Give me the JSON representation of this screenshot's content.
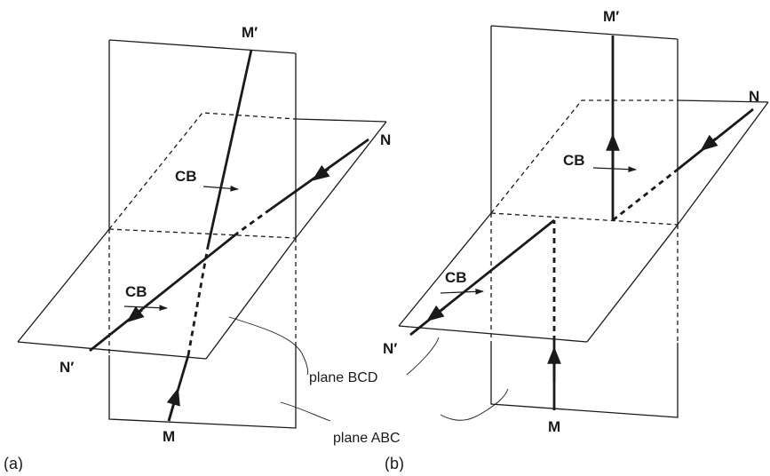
{
  "panel_a": {
    "caption": "(a)",
    "labels": {
      "m_prime": "M′",
      "n": "N",
      "n_prime": "N′",
      "m": "M",
      "cb_upper": "CB",
      "cb_lower": "CB"
    }
  },
  "panel_b": {
    "caption": "(b)",
    "labels": {
      "m_prime": "M′",
      "n": "N",
      "n_prime": "N′",
      "m": "M",
      "cb_upper": "CB",
      "cb_lower": "CB"
    }
  },
  "callouts": {
    "plane_bcd": "plane BCD",
    "plane_abc": "plane ABC"
  }
}
